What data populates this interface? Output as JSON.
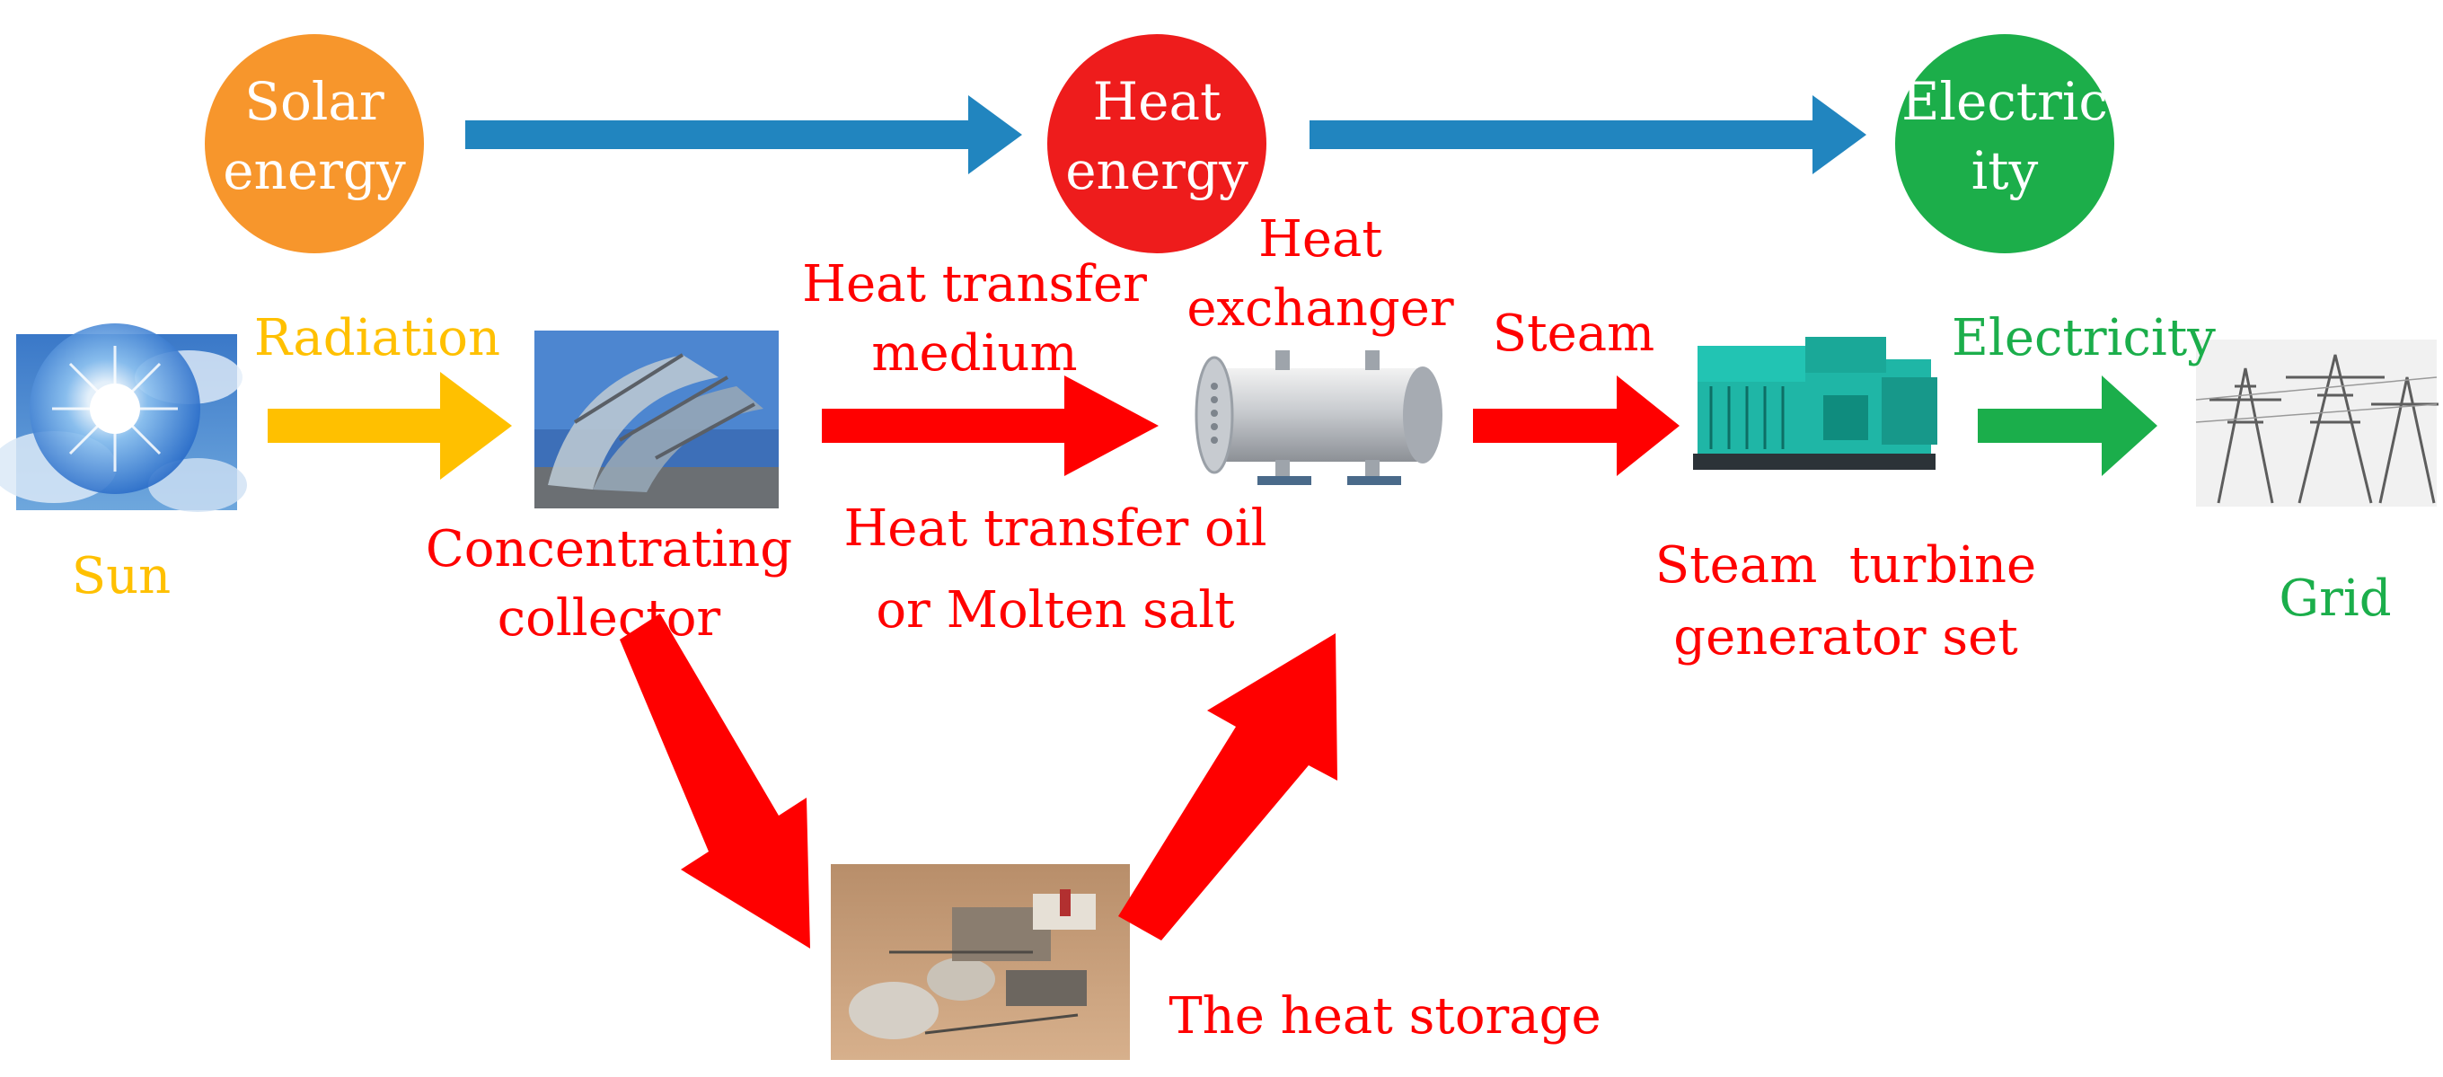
{
  "colors": {
    "solar": "#F7962C",
    "heat": "#EE1C1C",
    "electricity": "#1CAE4A",
    "top_arrow": "#2185BF",
    "radiation": "#FFC000",
    "red_flow": "#FF0000",
    "green_flow": "#1BAE4B",
    "white": "#FFFFFF"
  },
  "energy_stages": [
    {
      "line1": "Solar",
      "line2": "energy"
    },
    {
      "line1": "Heat",
      "line2": "energy"
    },
    {
      "line1": "Electric",
      "line2": "ity"
    }
  ],
  "images": {
    "sun": "sun-photo",
    "collector": "parabolic-trough-photo",
    "exchanger": "heat-exchanger-photo",
    "turbine": "generator-set-photo",
    "grid": "power-pylons-photo",
    "storage": "heat-storage-plant-photo"
  },
  "flow_labels": {
    "radiation": "Radiation",
    "heat_transfer_line1": "Heat transfer",
    "heat_transfer_line2": "medium",
    "heat_exchanger_line1": "Heat",
    "heat_exchanger_line2": "exchanger",
    "steam": "Steam",
    "electricity": "Electricity"
  },
  "node_labels": {
    "sun": "Sun",
    "collector_line1": "Concentrating",
    "collector_line2": "collector",
    "oil_line1": "Heat transfer oil",
    "oil_line2": "or Molten salt",
    "turbine_line1": "Steam  turbine",
    "turbine_line2": "generator set",
    "grid": "Grid",
    "storage": "The heat storage"
  }
}
